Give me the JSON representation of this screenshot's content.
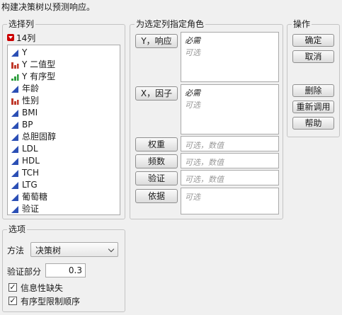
{
  "instruction": "构建决策树以预测响应。",
  "select_columns": {
    "title": "选择列",
    "count_label": "14列",
    "columns": [
      {
        "label": "Y",
        "icon": "continuous-icon"
      },
      {
        "label": "Y 二值型",
        "icon": "nominal-icon"
      },
      {
        "label": "Y 有序型",
        "icon": "ordinal-icon"
      },
      {
        "label": "年龄",
        "icon": "continuous-icon"
      },
      {
        "label": "性别",
        "icon": "nominal-icon"
      },
      {
        "label": "BMI",
        "icon": "continuous-icon"
      },
      {
        "label": "BP",
        "icon": "continuous-icon"
      },
      {
        "label": "总胆固醇",
        "icon": "continuous-icon"
      },
      {
        "label": "LDL",
        "icon": "continuous-icon"
      },
      {
        "label": "HDL",
        "icon": "continuous-icon"
      },
      {
        "label": "TCH",
        "icon": "continuous-icon"
      },
      {
        "label": "LTG",
        "icon": "continuous-icon"
      },
      {
        "label": "葡萄糖",
        "icon": "continuous-icon"
      },
      {
        "label": "验证",
        "icon": "continuous-icon"
      }
    ]
  },
  "roles": {
    "title": "为选定列指定角色",
    "required": "必需",
    "optional": "可选",
    "optional_numeric": "可选，数值",
    "y_button": "Y，响应",
    "x_button": "X，因子",
    "weight_button": "权重",
    "freq_button": "频数",
    "validation_button": "验证",
    "by_button": "依据"
  },
  "actions": {
    "title": "操作",
    "ok": "确定",
    "cancel": "取消",
    "remove": "删除",
    "recall": "重新调用",
    "help": "帮助"
  },
  "options": {
    "title": "选项",
    "method_label": "方法",
    "method_value": "决策树",
    "validation_label": "验证部分",
    "validation_value": "0.3",
    "missing_label": "信息性缺失",
    "missing_checked": true,
    "ordinal_label": "有序型限制顺序",
    "ordinal_checked": true
  },
  "colors": {
    "continuous": "#2b4fb5",
    "nominal": "#c0392b",
    "ordinal": "#2e9e3e",
    "dropdown_arrow": "#cc0000"
  }
}
